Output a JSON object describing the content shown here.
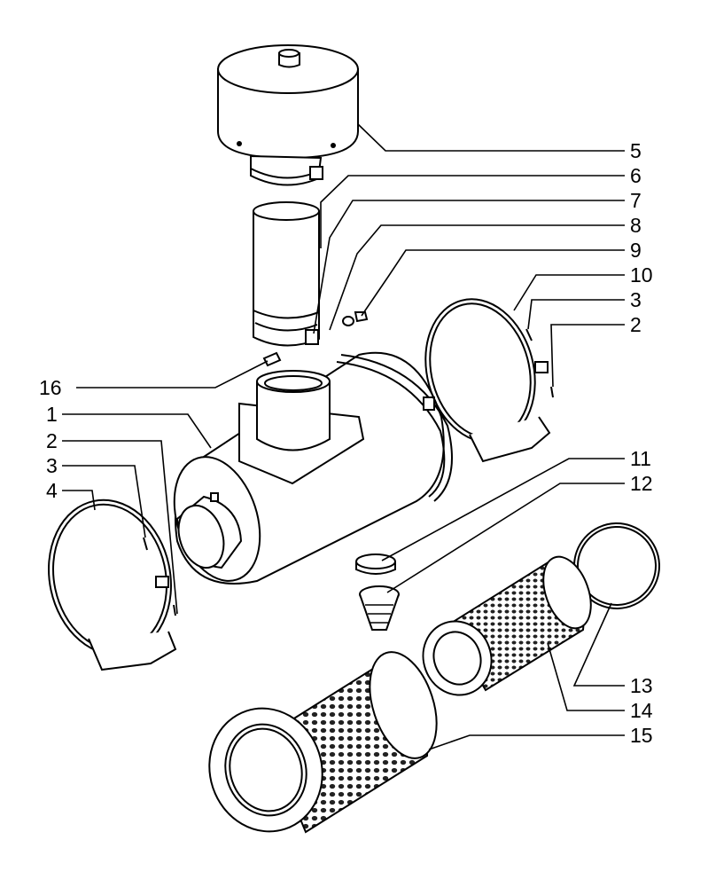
{
  "callouts": [
    {
      "id": "c5",
      "label": "5"
    },
    {
      "id": "c6",
      "label": "6"
    },
    {
      "id": "c7",
      "label": "7"
    },
    {
      "id": "c8",
      "label": "8"
    },
    {
      "id": "c9",
      "label": "9"
    },
    {
      "id": "c10",
      "label": "10"
    },
    {
      "id": "c3r",
      "label": "3"
    },
    {
      "id": "c2r",
      "label": "2"
    },
    {
      "id": "c16",
      "label": "16"
    },
    {
      "id": "c1",
      "label": "1"
    },
    {
      "id": "c2l",
      "label": "2"
    },
    {
      "id": "c3l",
      "label": "3"
    },
    {
      "id": "c4",
      "label": "4"
    },
    {
      "id": "c11",
      "label": "11"
    },
    {
      "id": "c12",
      "label": "12"
    },
    {
      "id": "c13",
      "label": "13"
    },
    {
      "id": "c14",
      "label": "14"
    },
    {
      "id": "c15",
      "label": "15"
    }
  ]
}
